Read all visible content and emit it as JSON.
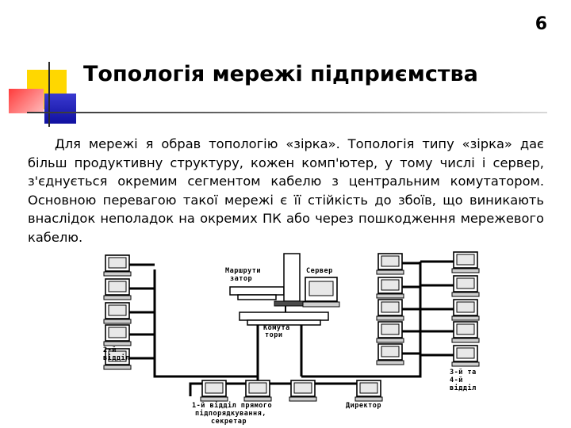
{
  "slide": {
    "number": "6",
    "title": "Топологія мережі підприємства",
    "paragraph": "Для мережі я обрав топологію «зірка». Топологія типу «зірка» дає більш продуктивну структуру, кожен комп'ютер, у тому числі і сервер, з'єднується окремим сегментом кабелю з центральним комутатором. Основною перевагою такої мережі є її стійкість до збоїв, що виникають внаслідок неполадок на окремих ПК або через пошкодження мережевого кабелю."
  },
  "diagram": {
    "labels": {
      "router_line1": "Маршрути",
      "router_line2": "затор",
      "server": "Сервер",
      "switch_line1": "Комута",
      "switch_line2": "тори",
      "dept2_line1": "2-й",
      "dept2_line2": "відділ",
      "dept34_line1": "3-й та",
      "dept34_line2": "4-й",
      "dept34_line3": "відділ",
      "dept1_line1": "1-й відділ прямого",
      "dept1_line2": "підпорядкування,",
      "dept1_line3": "секретар",
      "director": "Директор"
    }
  }
}
